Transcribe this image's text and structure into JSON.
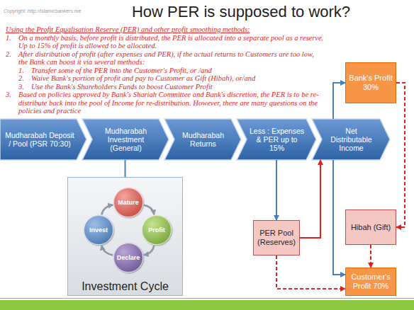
{
  "diagram": {
    "title": "How PER is supposed to work?",
    "nodes": [
      {
        "text": [
          "Mudharabah Deposit / Pool (PSR 70:30)"
        ]
      },
      {
        "text": [
          "Mudharabah Investment (General)"
        ]
      },
      {
        "text": [
          "Mudharabah Returns"
        ]
      },
      {
        "text": [
          "Less : Expenses & PER up to 15%"
        ]
      },
      {
        "text": [
          "Net Distributable Income"
        ]
      },
      {
        "text": [
          "Investment Cycle"
        ]
      },
      {
        "text": [
          "Mature"
        ],
        "in": 5
      },
      {
        "text": [
          "Profit"
        ],
        "in": 5
      },
      {
        "text": [
          "Declare"
        ],
        "in": 5
      },
      {
        "text": [
          "Invest"
        ],
        "in": 5
      },
      {
        "text": [
          "PER Pool (Reserves)"
        ]
      },
      {
        "text": [
          "Bank's Profit 30%"
        ]
      },
      {
        "text": [
          "Hibah (Gift)"
        ]
      },
      {
        "text": [
          "Customer's Profit 70%"
        ]
      }
    ],
    "edges": [
      {
        "from": 1,
        "to": 5,
        "arrow": "none"
      },
      {
        "from": 6,
        "to": 7,
        "arrow": "to"
      },
      {
        "from": 7,
        "to": 8,
        "arrow": "to"
      },
      {
        "from": 8,
        "to": 9,
        "arrow": "to"
      },
      {
        "from": 9,
        "to": 6,
        "arrow": "to"
      },
      {
        "from": 3,
        "to": 10,
        "arrow": "to"
      },
      {
        "from": 10,
        "to": 4,
        "arrow": "to"
      },
      {
        "from": 10,
        "to": 13,
        "arrow": "to"
      },
      {
        "from": 4,
        "to": 11,
        "arrow": "to"
      },
      {
        "from": 4,
        "to": 13,
        "arrow": "to"
      },
      {
        "from": 11,
        "to": 12,
        "arrow": "to"
      },
      {
        "from": 12,
        "to": 13,
        "arrow": "to"
      }
    ],
    "labels": [
      "Copyright: http://islamicbankers.me",
      "Using the Profit Equalisation Reserve (PER) and other profit smoothing methods:",
      "1.",
      "On a monthly basis, before profit is distributed, the PER is allocated into a separate pool as a reserve. Up to 15% of profit is allowed to be allocated.",
      "2.",
      "After distribution of profit (after expenses and PER), if the actual returns to Customers are too low, the Bank can boost it via several methods:",
      "1.",
      "Transfer some of the PER into the Customer's Profit, or /and",
      "2.",
      "Waive Bank's portion of profit and pay to Customer as Gift (Hibah), or/and",
      "3.",
      "Use the Bank's Shareholders Funds to boost Customer Profit",
      "3.",
      "Based on policies approved by Bank's Shariah Committee and Bank's discretion, the PER is to be re-distribute back into the pool of Income for re-distribution. However, there are many questions on the policies and practice"
    ]
  }
}
